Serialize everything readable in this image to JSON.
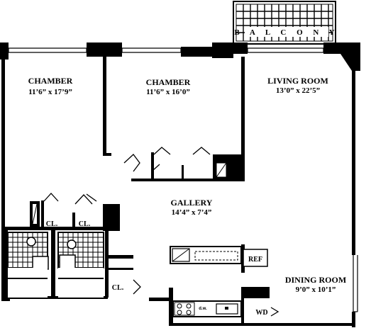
{
  "plan": {
    "balcony": {
      "label": "B A L C O N Y"
    },
    "rooms": [
      {
        "key": "chamber_1",
        "name": "CHAMBER",
        "dims": "11’6” x 17’9”"
      },
      {
        "key": "chamber_2",
        "name": "CHAMBER",
        "dims": "11’6” x 16’0”"
      },
      {
        "key": "living_room",
        "name": "LIVING ROOM",
        "dims": "13’0” x 22’5”"
      },
      {
        "key": "gallery",
        "name": "GALLERY",
        "dims": "14’4” x 7’4”"
      },
      {
        "key": "dining_room",
        "name": "DINING ROOM",
        "dims": "9’0” x 10’1”"
      }
    ],
    "fixtures": {
      "closet_1": "CL.",
      "closet_2": "CL.",
      "closet_3": "CL.",
      "refrigerator": "REF",
      "washer_dryer": "WD",
      "dishwasher": "d.w."
    }
  }
}
